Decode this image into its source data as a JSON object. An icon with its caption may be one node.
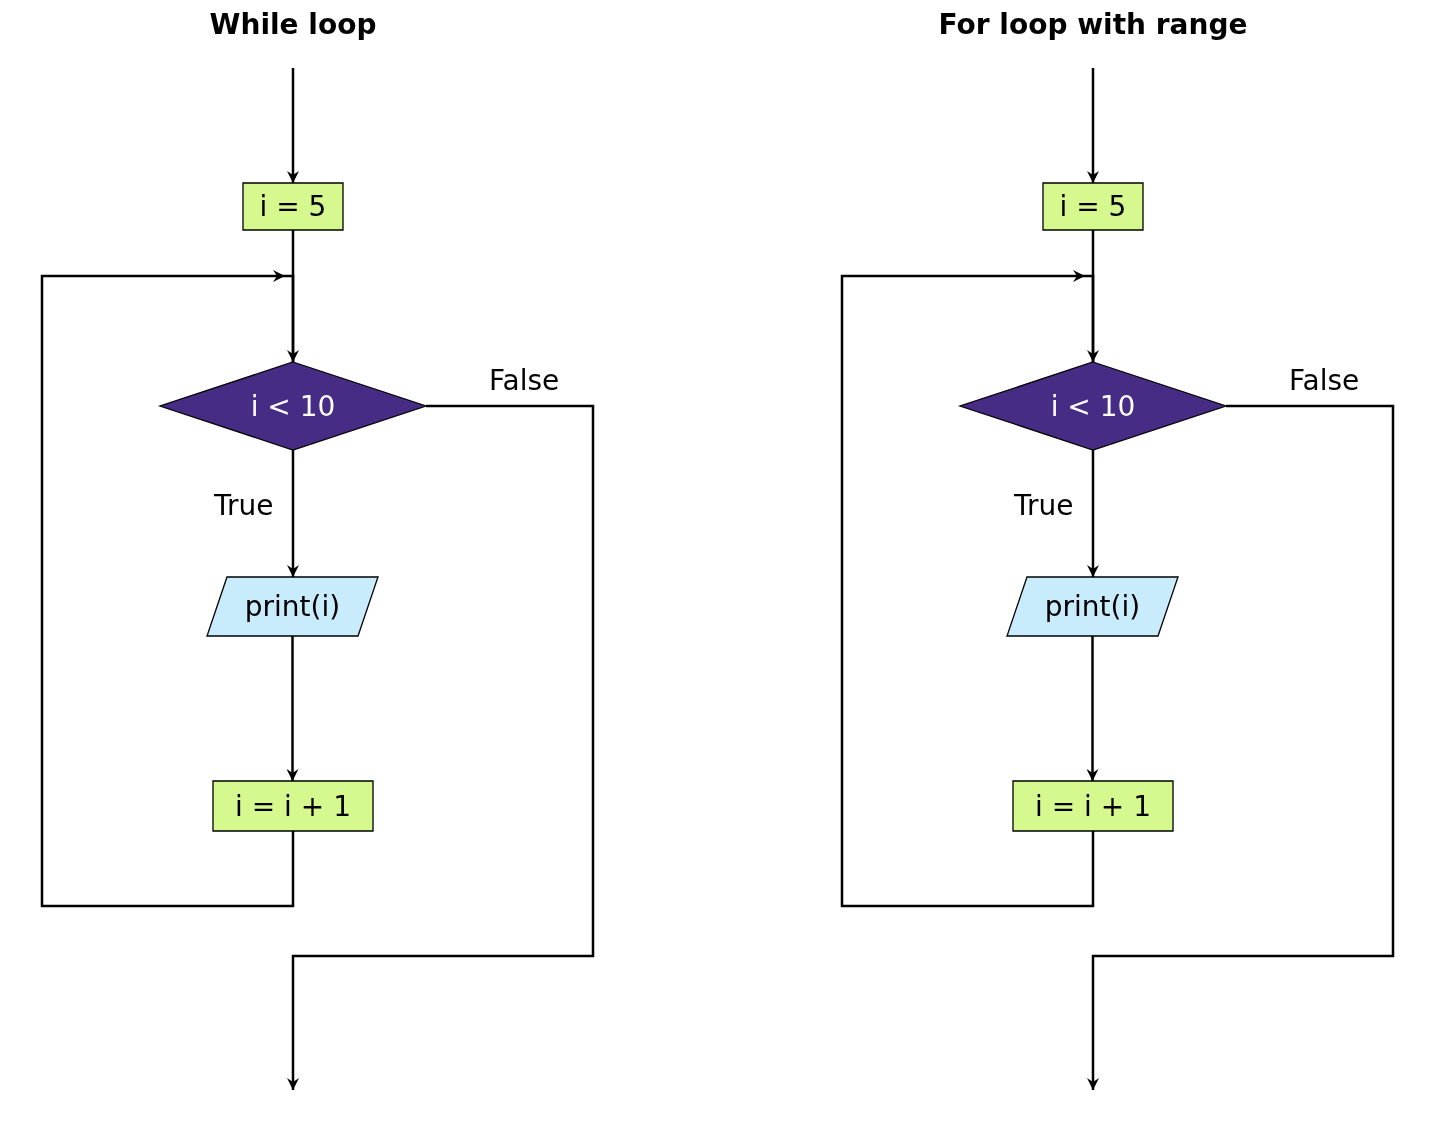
{
  "diagram": {
    "nodes": [
      {
        "text": [
          "i = 5"
        ]
      },
      {
        "text": [
          "i < 10"
        ]
      },
      {
        "text": [
          "print(i)"
        ]
      },
      {
        "text": [
          "i = i + 1"
        ]
      },
      {
        "text": [
          "i = 5"
        ]
      },
      {
        "text": [
          "i < 10"
        ]
      },
      {
        "text": [
          "print(i)"
        ]
      },
      {
        "text": [
          "i = i + 1"
        ]
      }
    ],
    "edges": [
      {
        "from": null,
        "to": 0,
        "arrow": "to"
      },
      {
        "from": 0,
        "to": 1,
        "arrow": "to"
      },
      {
        "from": 1,
        "to": 2,
        "arrow": "to",
        "label": "True"
      },
      {
        "from": 2,
        "to": 3,
        "arrow": "to"
      },
      {
        "from": 3,
        "to": 1,
        "arrow": "to"
      },
      {
        "from": 1,
        "to": null,
        "arrow": "to",
        "label": "False"
      },
      {
        "from": null,
        "to": 4,
        "arrow": "to"
      },
      {
        "from": 4,
        "to": 5,
        "arrow": "to"
      },
      {
        "from": 5,
        "to": 6,
        "arrow": "to",
        "label": "True"
      },
      {
        "from": 6,
        "to": 7,
        "arrow": "to"
      },
      {
        "from": 7,
        "to": 5,
        "arrow": "to"
      },
      {
        "from": 5,
        "to": null,
        "arrow": "to",
        "label": "False"
      }
    ],
    "labels": [
      "While loop",
      "For loop with range"
    ]
  }
}
